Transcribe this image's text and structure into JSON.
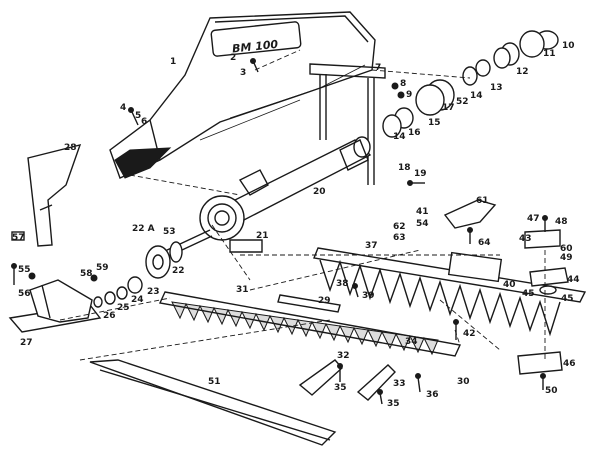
{
  "logo_text": "BM 100",
  "callouts": [
    {
      "id": "c1",
      "label": "1"
    },
    {
      "id": "c2",
      "label": "2"
    },
    {
      "id": "c3",
      "label": "3"
    },
    {
      "id": "c4",
      "label": "4"
    },
    {
      "id": "c5",
      "label": "5"
    },
    {
      "id": "c6",
      "label": "6"
    },
    {
      "id": "c7",
      "label": "7"
    },
    {
      "id": "c8",
      "label": "8"
    },
    {
      "id": "c9",
      "label": "9"
    },
    {
      "id": "c10",
      "label": "10"
    },
    {
      "id": "c11",
      "label": "11"
    },
    {
      "id": "c12",
      "label": "12"
    },
    {
      "id": "c13",
      "label": "13"
    },
    {
      "id": "c14a",
      "label": "14"
    },
    {
      "id": "c14b",
      "label": "14"
    },
    {
      "id": "c15",
      "label": "15"
    },
    {
      "id": "c16",
      "label": "16"
    },
    {
      "id": "c17",
      "label": "17"
    },
    {
      "id": "c18",
      "label": "18"
    },
    {
      "id": "c19",
      "label": "19"
    },
    {
      "id": "c20",
      "label": "20"
    },
    {
      "id": "c21",
      "label": "21"
    },
    {
      "id": "c22",
      "label": "22"
    },
    {
      "id": "c22a",
      "label": "22 A"
    },
    {
      "id": "c23",
      "label": "23"
    },
    {
      "id": "c24",
      "label": "24"
    },
    {
      "id": "c25",
      "label": "25"
    },
    {
      "id": "c26",
      "label": "26"
    },
    {
      "id": "c27",
      "label": "27"
    },
    {
      "id": "c28",
      "label": "28"
    },
    {
      "id": "c29",
      "label": "29"
    },
    {
      "id": "c30",
      "label": "30"
    },
    {
      "id": "c31",
      "label": "31"
    },
    {
      "id": "c32",
      "label": "32"
    },
    {
      "id": "c33",
      "label": "33"
    },
    {
      "id": "c34",
      "label": "34"
    },
    {
      "id": "c35a",
      "label": "35"
    },
    {
      "id": "c35b",
      "label": "35"
    },
    {
      "id": "c36",
      "label": "36"
    },
    {
      "id": "c37",
      "label": "37"
    },
    {
      "id": "c38",
      "label": "38"
    },
    {
      "id": "c39",
      "label": "39"
    },
    {
      "id": "c40",
      "label": "40"
    },
    {
      "id": "c41",
      "label": "41"
    },
    {
      "id": "c42",
      "label": "42"
    },
    {
      "id": "c43",
      "label": "43"
    },
    {
      "id": "c44",
      "label": "44"
    },
    {
      "id": "c45a",
      "label": "45"
    },
    {
      "id": "c45b",
      "label": "45"
    },
    {
      "id": "c46",
      "label": "46"
    },
    {
      "id": "c47",
      "label": "47"
    },
    {
      "id": "c48",
      "label": "48"
    },
    {
      "id": "c49",
      "label": "49"
    },
    {
      "id": "c50",
      "label": "50"
    },
    {
      "id": "c51",
      "label": "51"
    },
    {
      "id": "c52",
      "label": "52"
    },
    {
      "id": "c53",
      "label": "53"
    },
    {
      "id": "c54",
      "label": "54"
    },
    {
      "id": "c55",
      "label": "55"
    },
    {
      "id": "c56",
      "label": "56"
    },
    {
      "id": "c57",
      "label": "57"
    },
    {
      "id": "c58",
      "label": "58"
    },
    {
      "id": "c59",
      "label": "59"
    },
    {
      "id": "c60",
      "label": "60"
    },
    {
      "id": "c61",
      "label": "61"
    },
    {
      "id": "c62",
      "label": "62"
    },
    {
      "id": "c63",
      "label": "63"
    },
    {
      "id": "c64",
      "label": "64"
    }
  ]
}
